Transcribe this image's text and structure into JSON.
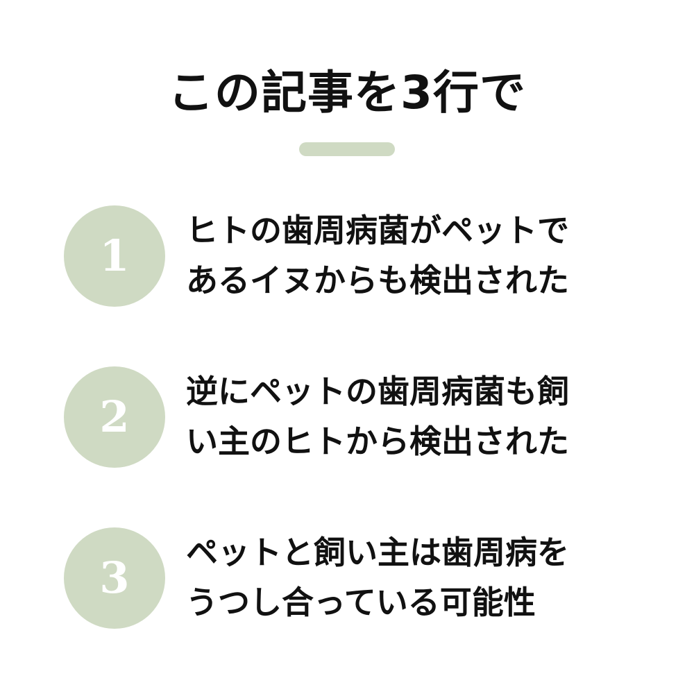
{
  "header": {
    "title": "この記事を3行で",
    "accent_color": "#cfdac3"
  },
  "items": [
    {
      "number": "1",
      "lines": [
        "ヒトの歯周病菌がペットで",
        "あるイヌからも検出された"
      ]
    },
    {
      "number": "2",
      "lines": [
        "逆にペットの歯周病菌も飼",
        "い主のヒトから検出された"
      ]
    },
    {
      "number": "3",
      "lines": [
        "ペットと飼い主は歯周病を",
        "うつし合っている可能性"
      ]
    }
  ]
}
